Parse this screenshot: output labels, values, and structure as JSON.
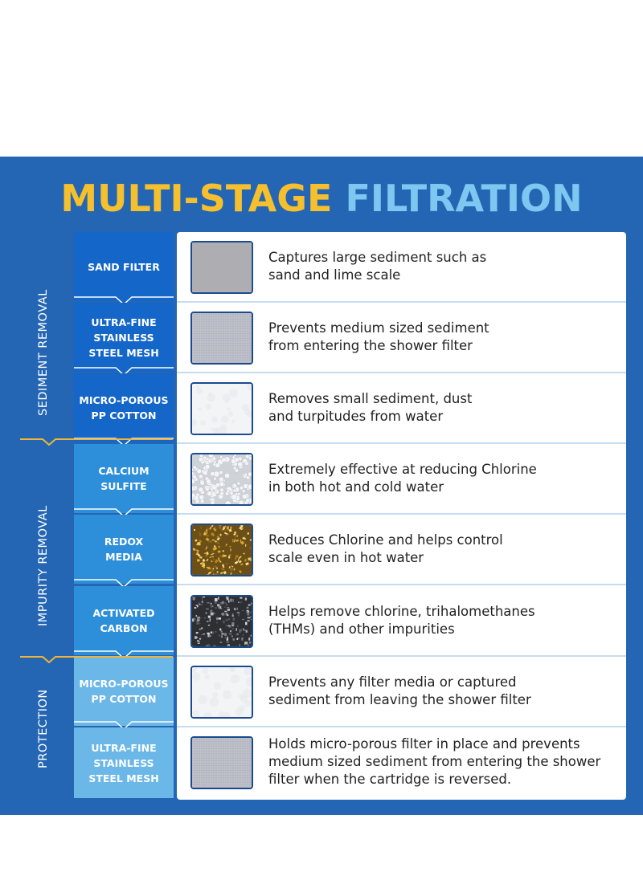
{
  "title": {
    "part1": "MULTI-STAGE",
    "part2": "FILTRATION"
  },
  "colors": {
    "panel": "#2466b3",
    "title_part1": "#f6bf2e",
    "title_part2": "#7ec7f0",
    "stage_sediment": "#1466c8",
    "stage_impurity": "#2d8fd9",
    "stage_protection": "#6ab7e8",
    "separator": "#f0b63a"
  },
  "groups": [
    {
      "label": "SEDIMENT REMOVAL"
    },
    {
      "label": "IMPURITY REMOVAL"
    },
    {
      "label": "PROTECTION"
    }
  ],
  "stages": [
    {
      "name": [
        "SAND FILTER"
      ],
      "texture": "fine-mesh",
      "description": [
        "Captures large sediment such as",
        "sand and lime scale"
      ]
    },
    {
      "name": [
        "ULTRA-FINE",
        "STAINLESS",
        "STEEL MESH"
      ],
      "texture": "steel-mesh",
      "description": [
        "Prevents medium sized sediment",
        "from entering the shower filter"
      ]
    },
    {
      "name": [
        "MICRO-POROUS",
        "PP COTTON"
      ],
      "texture": "cotton",
      "description": [
        "Removes small sediment, dust",
        "and turpitudes from water"
      ]
    },
    {
      "name": [
        "CALCIUM",
        "SULFITE"
      ],
      "texture": "beads",
      "description": [
        "Extremely effective at reducing Chlorine",
        "in both hot and cold water"
      ]
    },
    {
      "name": [
        "REDOX",
        "MEDIA"
      ],
      "texture": "gold-granules",
      "description": [
        "Reduces Chlorine and helps control",
        "scale even in hot water"
      ]
    },
    {
      "name": [
        "ACTIVATED",
        "CARBON"
      ],
      "texture": "carbon-granules",
      "description": [
        "Helps remove chlorine, trihalomethanes",
        "(THMs) and other impurities"
      ]
    },
    {
      "name": [
        "MICRO-POROUS",
        "PP COTTON"
      ],
      "texture": "cotton",
      "description": [
        "Prevents any filter media or captured",
        "sediment from leaving the shower filter"
      ]
    },
    {
      "name": [
        "ULTRA-FINE",
        "STAINLESS",
        "STEEL MESH"
      ],
      "texture": "steel-mesh",
      "description": [
        "Holds micro-porous filter in place and prevents",
        "medium sized sediment from entering the shower",
        "filter when the cartridge is reversed."
      ]
    }
  ]
}
